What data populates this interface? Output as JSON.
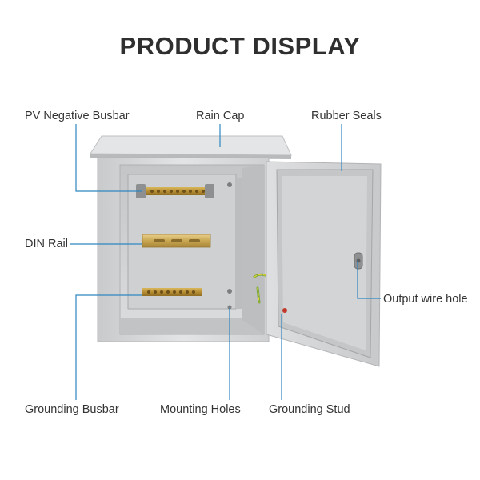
{
  "title": "PRODUCT DISPLAY",
  "labels": {
    "pv_negative_busbar": "PV Negative Busbar",
    "rain_cap": "Rain Cap",
    "rubber_seals": "Rubber Seals",
    "din_rail": "DIN Rail",
    "output_wire_hole": "Output wire hole",
    "grounding_busbar": "Grounding Busbar",
    "mounting_holes": "Mounting Holes",
    "grounding_stud": "Grounding Stud"
  },
  "colors": {
    "callout_line": "#2e86c1",
    "cabinet": "#d9dadb",
    "busbar": "#b8933d"
  }
}
